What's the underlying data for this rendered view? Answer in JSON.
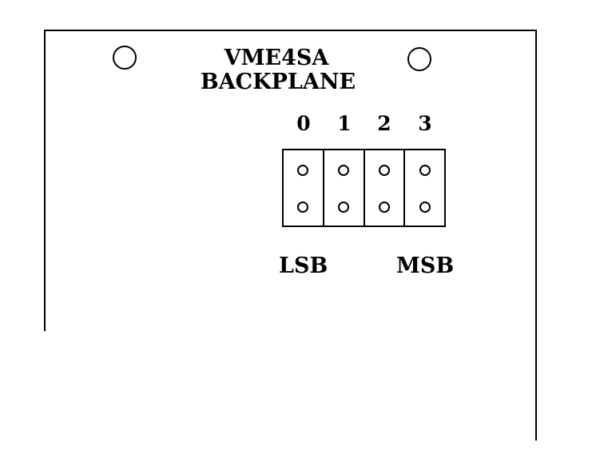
{
  "diagram": {
    "title_line1": "VME4SA",
    "title_line2": "BACKPLANE",
    "bit_labels": [
      "0",
      "1",
      "2",
      "3"
    ],
    "lsb_label": "LSB",
    "msb_label": "MSB"
  }
}
